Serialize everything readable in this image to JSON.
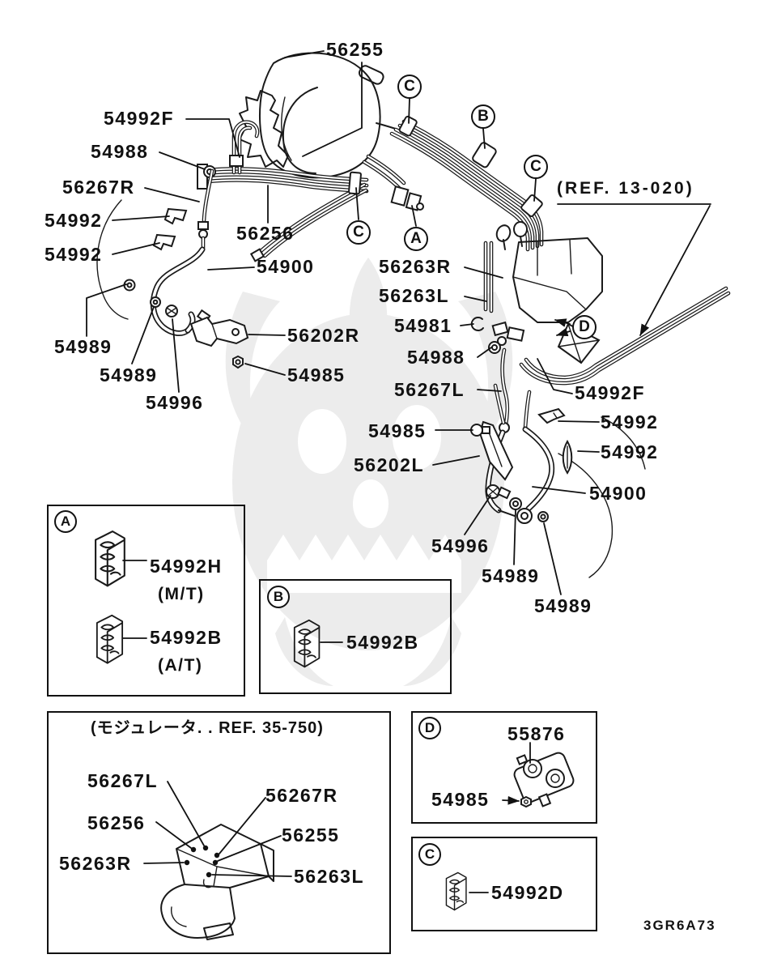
{
  "doc": {
    "drawing_code": "3GR6A73"
  },
  "main": {
    "ref_note": "(REF. 13-020)",
    "labels": [
      {
        "text": "56255"
      },
      {
        "text": "54992F"
      },
      {
        "text": "54988"
      },
      {
        "text": "56267R"
      },
      {
        "text": "54992"
      },
      {
        "text": "54992"
      },
      {
        "text": "56256"
      },
      {
        "text": "54900"
      },
      {
        "text": "56202R"
      },
      {
        "text": "54985"
      },
      {
        "text": "54989"
      },
      {
        "text": "54989"
      },
      {
        "text": "54996"
      },
      {
        "text": "56263R"
      },
      {
        "text": "56263L"
      },
      {
        "text": "54981"
      },
      {
        "text": "54988"
      },
      {
        "text": "56267L"
      },
      {
        "text": "54992F"
      },
      {
        "text": "54985"
      },
      {
        "text": "54992"
      },
      {
        "text": "54992"
      },
      {
        "text": "56202L"
      },
      {
        "text": "54900"
      },
      {
        "text": "54996"
      },
      {
        "text": "54989"
      },
      {
        "text": "54989"
      }
    ],
    "markers": [
      {
        "letter": "C"
      },
      {
        "letter": "B"
      },
      {
        "letter": "C"
      },
      {
        "letter": "C"
      },
      {
        "letter": "A"
      },
      {
        "letter": "D"
      }
    ]
  },
  "inset_a": {
    "marker": "A",
    "part1": "54992H",
    "variant1": "(M/T)",
    "part2": "54992B",
    "variant2": "(A/T)"
  },
  "inset_b": {
    "marker": "B",
    "part": "54992B"
  },
  "inset_modulator": {
    "title": "(モジュレータ. . REF. 35-750)",
    "labels": [
      {
        "text": "56267L"
      },
      {
        "text": "56267R"
      },
      {
        "text": "56256"
      },
      {
        "text": "56255"
      },
      {
        "text": "56263R"
      },
      {
        "text": "56263L"
      }
    ]
  },
  "inset_d": {
    "marker": "D",
    "part_top": "55876",
    "part_bottom": "54985"
  },
  "inset_c": {
    "marker": "C",
    "part": "54992D"
  }
}
